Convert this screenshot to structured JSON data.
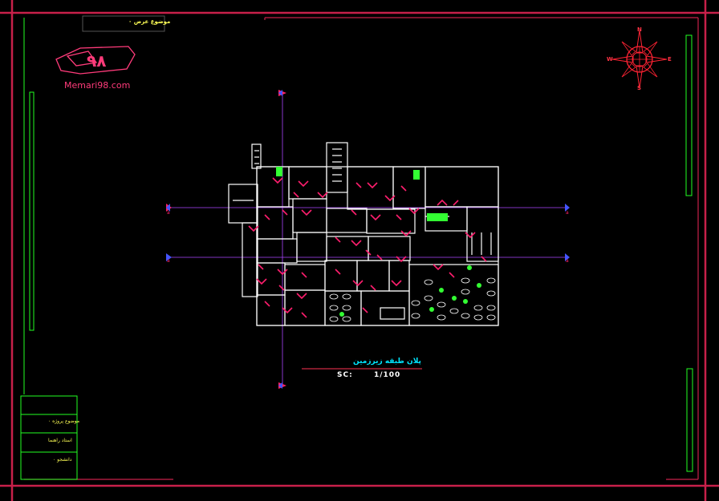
{
  "drawing": {
    "top_label": "موضوع عرض ۰",
    "logo_text": "Memari98.com",
    "logo_glyphs": "۹۸",
    "plan_title": "پلان طبقه زیرزمین",
    "scale_prefix": "SC:",
    "scale_value": "1/100",
    "title_block": {
      "row1": "",
      "row2": "موضوع پروژه ۰",
      "row3": "استاد راهنما",
      "row4": "دانشجو ۰"
    },
    "compass": {
      "north": "N",
      "south": "S",
      "east": "E",
      "west": "W"
    },
    "axis_labels": {
      "left_top": "a",
      "left_bottom": "a",
      "right_top": "a",
      "right_bottom": "a",
      "top": "",
      "bottom": ""
    }
  },
  "colors": {
    "frame": "#c8204a",
    "inner_frame": "#22ff22",
    "walls": "#ffffff",
    "doors": "#ff1e6e",
    "axis": "#aa44ff",
    "title_underline": "#ff3355",
    "plants": "#33ff33"
  }
}
